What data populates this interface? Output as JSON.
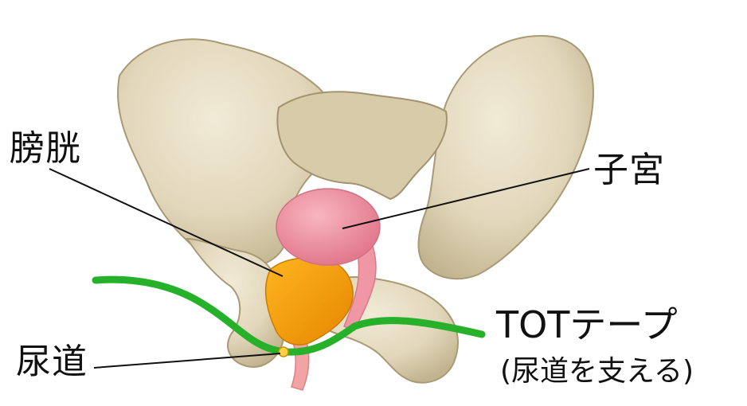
{
  "labels": {
    "bladder": "膀胱",
    "uterus": "子宮",
    "urethra": "尿道",
    "tape": "TOTテープ",
    "tape_note": "(尿道を支える)"
  },
  "colors": {
    "bone": "#e6dcc2",
    "bone_shadow": "#b7a988",
    "uterus": "#f08fa0",
    "bladder": "#f5a300",
    "urethra": "#f2a3a3",
    "tape": "#27b02a",
    "leader_line": "#111111"
  }
}
